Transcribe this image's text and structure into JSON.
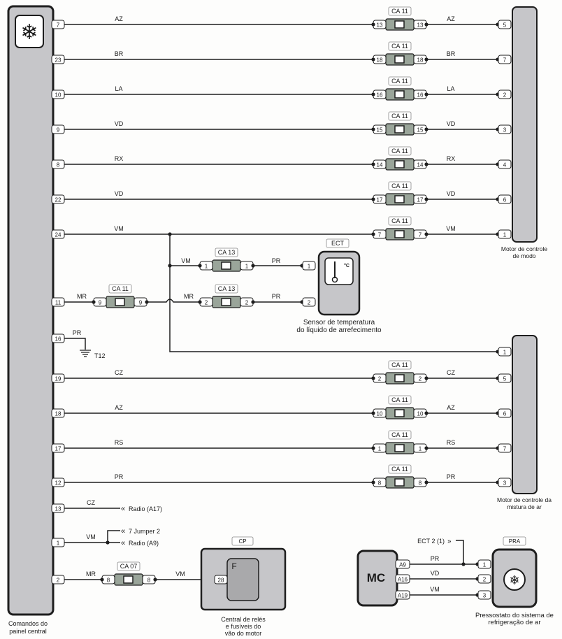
{
  "panel": {
    "label_line1": "Comandos do",
    "label_line2": "painel central",
    "icon": "snowflake-icon"
  },
  "mode_motor": {
    "label_line1": "Motor de controle",
    "label_line2": "de modo"
  },
  "mix_motor": {
    "label_line1": "Motor de controle da",
    "label_line2": "mistura de ar",
    "branch_pin": "1"
  },
  "mode_rows": [
    {
      "pin": "7",
      "wire": "AZ",
      "conn": "CA 11",
      "cpin": "13",
      "wire2": "AZ",
      "mpin": "5"
    },
    {
      "pin": "23",
      "wire": "BR",
      "conn": "CA 11",
      "cpin": "18",
      "wire2": "BR",
      "mpin": "7"
    },
    {
      "pin": "10",
      "wire": "LA",
      "conn": "CA 11",
      "cpin": "16",
      "wire2": "LA",
      "mpin": "2"
    },
    {
      "pin": "9",
      "wire": "VD",
      "conn": "CA 11",
      "cpin": "15",
      "wire2": "VD",
      "mpin": "3"
    },
    {
      "pin": "8",
      "wire": "RX",
      "conn": "CA 11",
      "cpin": "14",
      "wire2": "RX",
      "mpin": "4"
    },
    {
      "pin": "22",
      "wire": "VD",
      "conn": "CA 11",
      "cpin": "17",
      "wire2": "VD",
      "mpin": "6"
    },
    {
      "pin": "24",
      "wire": "VM",
      "conn": "CA 11",
      "cpin": "7",
      "wire2": "VM",
      "mpin": "1"
    }
  ],
  "mix_rows": [
    {
      "pin": "19",
      "wire": "CZ",
      "conn": "CA 11",
      "cpin": "2",
      "wire2": "CZ",
      "mpin": "5"
    },
    {
      "pin": "18",
      "wire": "AZ",
      "conn": "CA 11",
      "cpin": "10",
      "wire2": "AZ",
      "mpin": "6"
    },
    {
      "pin": "17",
      "wire": "RS",
      "conn": "CA 11",
      "cpin": "1",
      "wire2": "RS",
      "mpin": "7"
    },
    {
      "pin": "12",
      "wire": "PR",
      "conn": "CA 11",
      "cpin": "8",
      "wire2": "PR",
      "mpin": "3"
    }
  ],
  "ect": {
    "tag": "ECT",
    "unit": "°C",
    "label_line1": "Sensor de temperatura",
    "label_line2": "do líquido de arrefecimento",
    "row1": {
      "wire": "VM",
      "conn": "CA 13",
      "cpin": "1",
      "wire2": "PR",
      "spin": "1"
    },
    "row2": {
      "pin": "11",
      "wire": "MR",
      "conn1": "CA 11",
      "c1pin": "9",
      "wire_mid": "MR",
      "conn": "CA 13",
      "cpin": "2",
      "wire2": "PR",
      "spin": "2"
    }
  },
  "ground": {
    "pin": "16",
    "wire": "PR",
    "label": "T12"
  },
  "radio1": {
    "pin": "13",
    "wire": "CZ",
    "target": "Radio (A17)"
  },
  "radio2": {
    "pin": "1",
    "wire": "VM",
    "target1": "7 Jumper 2",
    "target2": "Radio (A9)"
  },
  "cp": {
    "pin": "2",
    "wire": "MR",
    "conn": "CA 07",
    "cpin": "8",
    "wire2": "VM",
    "tag": "CP",
    "fuse": "F",
    "fpin": "28",
    "label_line1": "Central de relés",
    "label_line2": "e fusíveis do",
    "label_line3": "vão do motor"
  },
  "mc": {
    "label": "MC",
    "ect_ref": "ECT 2 (1)",
    "rows": [
      {
        "pin": "A9",
        "wire": "PR",
        "ppin": "1"
      },
      {
        "pin": "A16",
        "wire": "VD",
        "ppin": "2"
      },
      {
        "pin": "A19",
        "wire": "VM",
        "ppin": "3"
      }
    ]
  },
  "pra": {
    "tag": "PRA",
    "label_line1": "Pressostato do sistema de",
    "label_line2": "refrigeração de ar"
  },
  "colors": {
    "box": "#c6c6c9",
    "conn": "#9aa59a",
    "line": "#1e1e1e"
  }
}
